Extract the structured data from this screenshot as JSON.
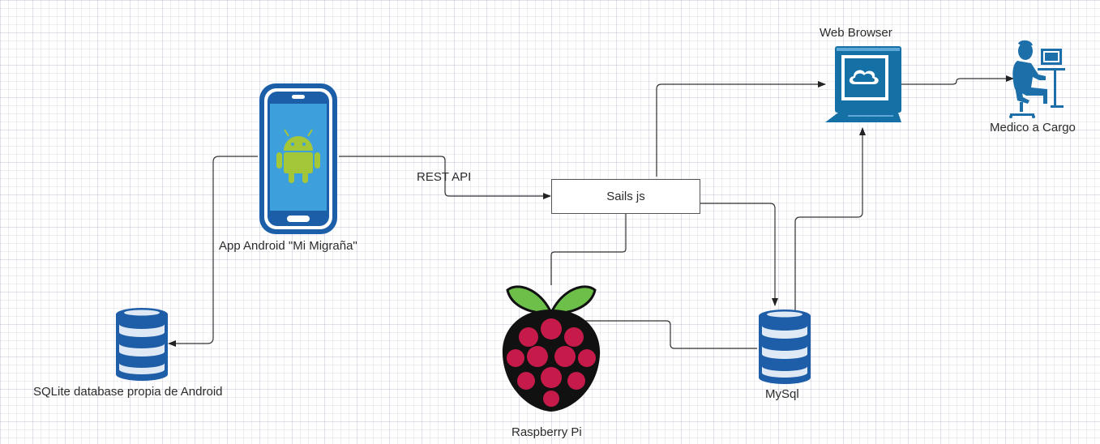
{
  "nodes": {
    "android_app": {
      "label": "App Android \"Mi Migraña\""
    },
    "sqlite_db": {
      "label": "SQLite database propia de Android"
    },
    "sails": {
      "label": "Sails js"
    },
    "raspberry": {
      "label": "Raspberry Pi"
    },
    "mysql": {
      "label": "MySql"
    },
    "web_browser": {
      "label": "Web Browser"
    },
    "medico": {
      "label": "Medico a Cargo"
    }
  },
  "edges": {
    "app_to_sails": {
      "label": "REST API"
    }
  },
  "colors": {
    "line": "#333333",
    "phone_blue": "#1c5fa8",
    "phone_screen": "#3da0dc",
    "android_green": "#a4c639",
    "db_blue": "#1e5ea8",
    "db_stripe": "#dfe9f6",
    "raspberry_red": "#c51a4a",
    "leaf_green": "#6cc04a",
    "computer_blue": "#1570a6",
    "person_blue": "#1c6fa8"
  }
}
